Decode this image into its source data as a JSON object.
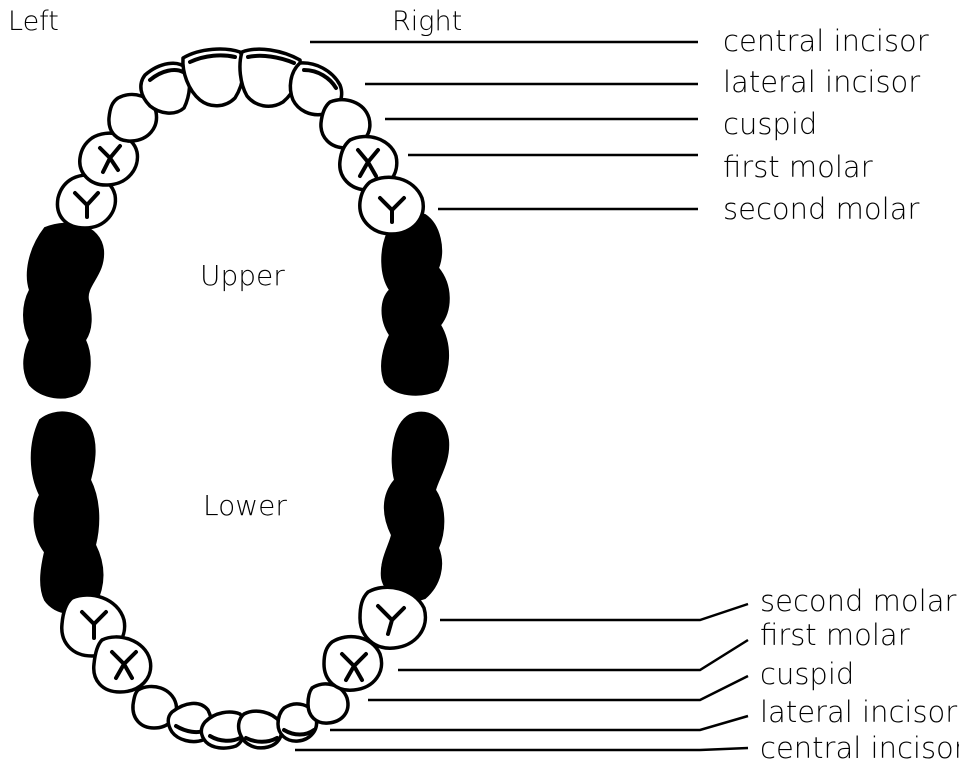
{
  "orientation": {
    "left": "Left",
    "right": "Right"
  },
  "arches": {
    "upper": "Upper",
    "lower": "Lower"
  },
  "upper_labels": [
    "central incisor",
    "lateral incisor",
    "cuspid",
    "first molar",
    "second molar"
  ],
  "lower_labels": [
    "second molar",
    "first molar",
    "cuspid",
    "lateral incisor",
    "central incisor"
  ],
  "colors": {
    "ink": "#000000",
    "tooth_fill": "#ffffff",
    "permanent_molar": "#000000"
  }
}
